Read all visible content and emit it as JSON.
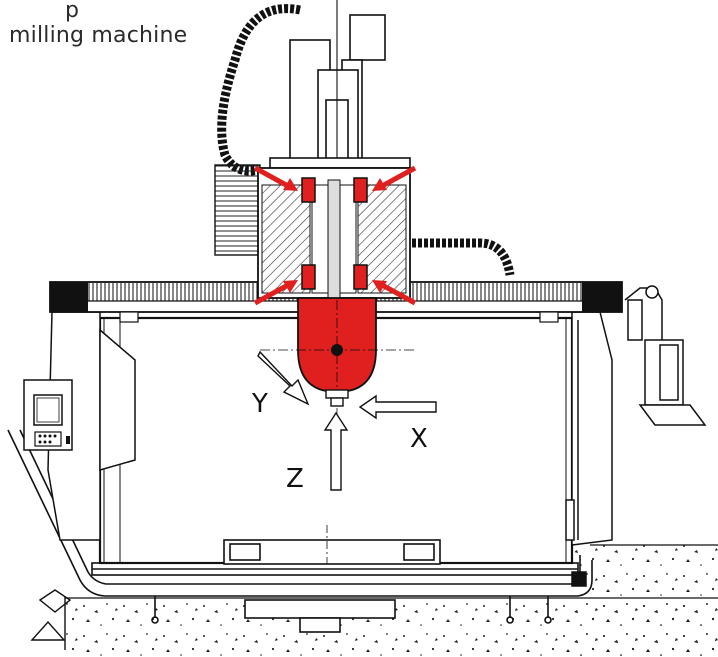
{
  "caption": {
    "line1": "p",
    "line2": "milling machine"
  },
  "axes": {
    "x": "X",
    "y": "Y",
    "z": "Z"
  },
  "colors": {
    "highlight": "#e01f1f",
    "outline": "#111111",
    "hatch": "#333333",
    "background": "#ffffff"
  }
}
